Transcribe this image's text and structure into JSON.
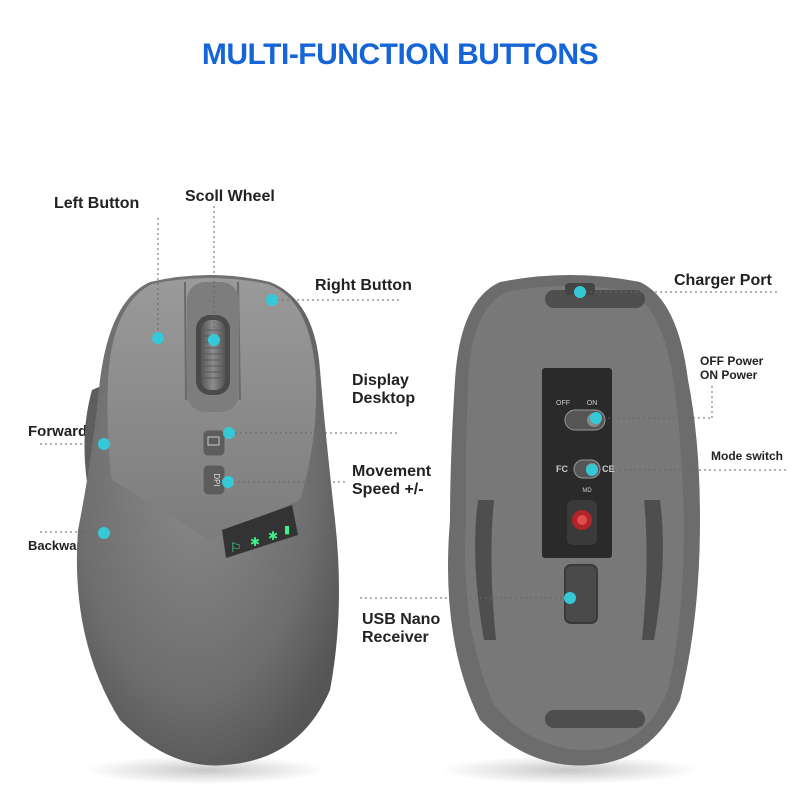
{
  "title": "MULTI-FUNCTION BUTTONS",
  "colors": {
    "title": "#1565d8",
    "marker": "#35c9d8",
    "body": "#707070",
    "body_dark": "#5a5a5a",
    "led": "#3ef08a"
  },
  "labels": {
    "left_button": "Left Button",
    "scroll_wheel": "Scoll Wheel",
    "right_button": "Right Button",
    "display_desktop": [
      "Display",
      "Desktop"
    ],
    "forward": "Forward",
    "movement_speed": [
      "Movement",
      "Speed +/-"
    ],
    "backward": "Backward",
    "charger_port": "Charger Port",
    "power": [
      "OFF Power",
      "ON Power"
    ],
    "mode_switch": "Mode switch",
    "usb_receiver": [
      "USB Nano",
      "Receiver"
    ]
  },
  "bottom_panel": {
    "off": "OFF",
    "on": "ON",
    "md": "MD",
    "fc": "FC",
    "ce": "CE"
  },
  "dpi_button": "DPI"
}
